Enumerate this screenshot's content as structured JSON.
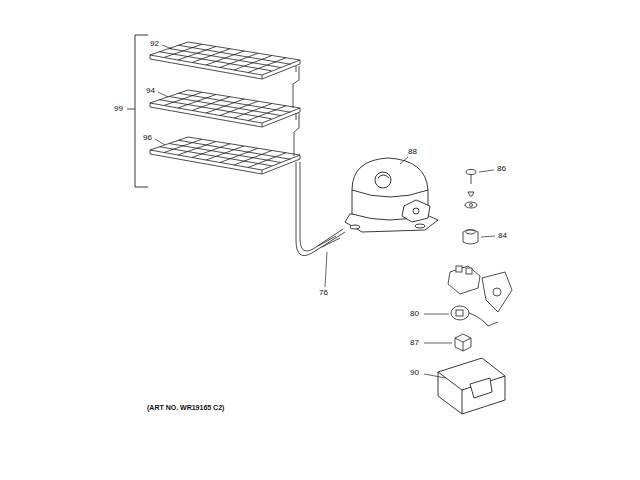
{
  "diagram": {
    "labels": [
      "92",
      "99",
      "94",
      "96",
      "88",
      "86",
      "84",
      "76",
      "80",
      "87",
      "90",
      "(ART NO. WR19165 C2)"
    ]
  }
}
